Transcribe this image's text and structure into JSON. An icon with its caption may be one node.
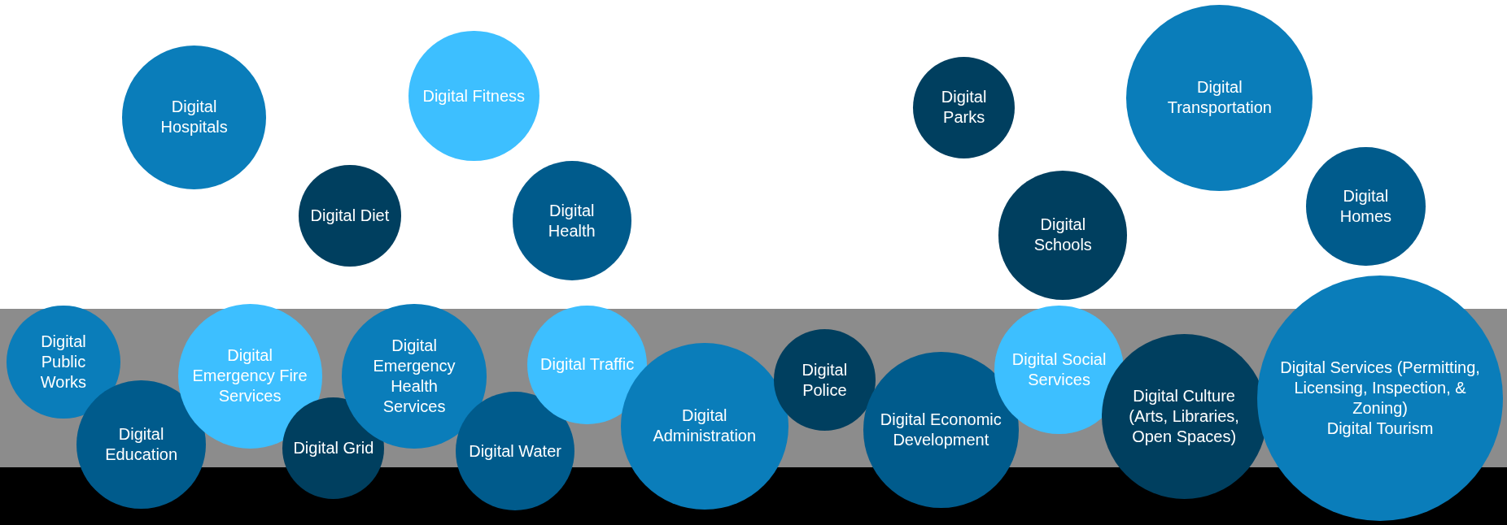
{
  "diagram": {
    "nodes": [
      {
        "text": [
          "Digital Hospitals"
        ]
      },
      {
        "text": [
          "Digital Fitness"
        ]
      },
      {
        "text": [
          "Digital Diet"
        ]
      },
      {
        "text": [
          "Digital Health"
        ]
      },
      {
        "text": [
          "Digital Parks"
        ]
      },
      {
        "text": [
          "Digital Transportation"
        ]
      },
      {
        "text": [
          "Digital Schools"
        ]
      },
      {
        "text": [
          "Digital Homes"
        ]
      },
      {
        "text": [
          "Digital Public Works"
        ]
      },
      {
        "text": [
          "Digital Education"
        ]
      },
      {
        "text": [
          "Digital Emergency Fire Services"
        ]
      },
      {
        "text": [
          "Digital Grid"
        ]
      },
      {
        "text": [
          "Digital Emergency Health Services"
        ]
      },
      {
        "text": [
          "Digital Water"
        ]
      },
      {
        "text": [
          "Digital Traffic"
        ]
      },
      {
        "text": [
          "Digital Administration"
        ]
      },
      {
        "text": [
          "Digital Police"
        ]
      },
      {
        "text": [
          "Digital Economic Development"
        ]
      },
      {
        "text": [
          "Digital Social Services"
        ]
      },
      {
        "text": [
          "Digital Culture (Arts, Libraries, Open Spaces)"
        ]
      },
      {
        "text": [
          "Digital Services (Permitting, Licensing, Inspection, & Zoning)",
          "Digital Tourism"
        ]
      }
    ]
  }
}
